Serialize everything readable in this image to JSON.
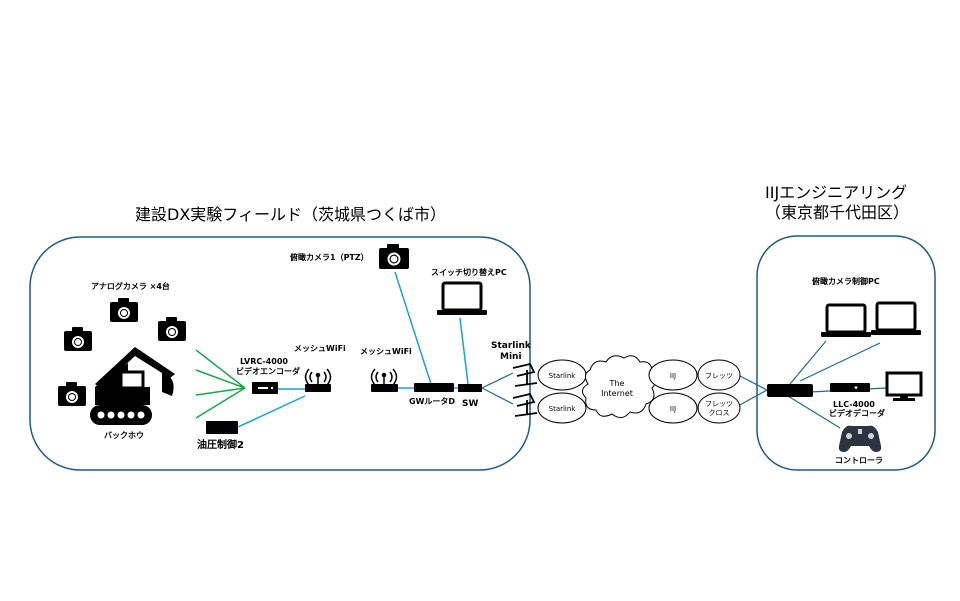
{
  "regions": {
    "field": {
      "title": "建設DX実験フィールド（茨城県つくば市）"
    },
    "office": {
      "title_line1": "IIJエンジニアリング",
      "title_line2": "（東京都千代田区）"
    }
  },
  "field_labels": {
    "analog_cameras": "アナログカメラ ×4台",
    "backhoe": "バックホウ",
    "encoder_line1": "LVRC-4000",
    "encoder_line2": "ビデオエンコーダ",
    "hydraulic": "油圧制御2",
    "mesh_wifi_1": "メッシュWiFi",
    "mesh_wifi_2": "メッシュWiFi",
    "ptz_camera": "俯瞰カメラ1（PTZ）",
    "switch_pc": "スイッチ切り替えPC",
    "gw_router": "GWルータD",
    "sw": "SW",
    "starlink_line1": "Starlink",
    "starlink_line2": "Mini"
  },
  "network_ovals": {
    "starlink_top": "Starlink",
    "starlink_bottom": "Starlink",
    "internet_line1": "The",
    "internet_line2": "Internet",
    "iij_top": "IIJ",
    "iij_bottom": "IIJ",
    "flets_top": "フレッツ",
    "flets_bottom_line1": "フレッツ",
    "flets_bottom_line2": "クロス"
  },
  "office_labels": {
    "camera_pc": "俯瞰カメラ制御PC",
    "decoder_line1": "LLC-4000",
    "decoder_line2": "ビデオデコーダ",
    "controller": "コントローラ"
  },
  "colors": {
    "region_border": "#1f5a7d",
    "green_link": "#1aa64a",
    "blue_link": "#1aa0dc",
    "dark_link": "#1f6a8c"
  }
}
